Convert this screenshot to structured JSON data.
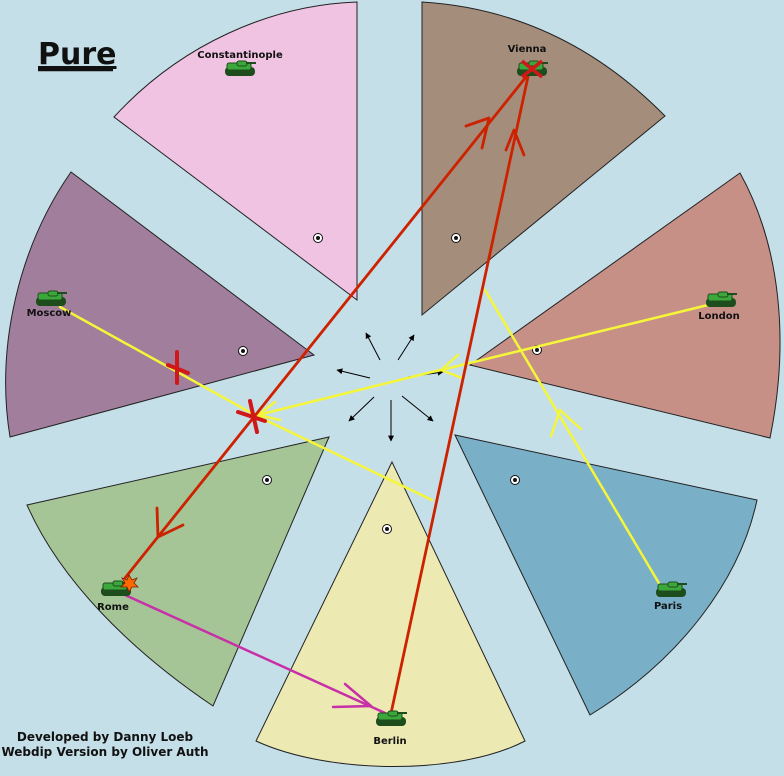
{
  "map": {
    "title": "Pure",
    "credits": [
      "Developed by Danny Loeb",
      "Webdip Version by Oliver Auth"
    ]
  },
  "territories": [
    {
      "id": "constantinople",
      "name": "Constantinople",
      "color": "#f0c3e2"
    },
    {
      "id": "vienna",
      "name": "Vienna",
      "color": "#a58d7b"
    },
    {
      "id": "london",
      "name": "London",
      "color": "#c69087"
    },
    {
      "id": "paris",
      "name": "Paris",
      "color": "#7aafc8"
    },
    {
      "id": "berlin",
      "name": "Berlin",
      "color": "#ece9b3"
    },
    {
      "id": "rome",
      "name": "Rome",
      "color": "#a5c597"
    },
    {
      "id": "moscow",
      "name": "Moscow",
      "color": "#a07e9c"
    }
  ],
  "units": [
    {
      "territory": "constantinople",
      "type": "army",
      "status": "none"
    },
    {
      "territory": "vienna",
      "type": "army",
      "status": "dislodged"
    },
    {
      "territory": "london",
      "type": "army",
      "status": "none"
    },
    {
      "territory": "paris",
      "type": "army",
      "status": "none"
    },
    {
      "territory": "berlin",
      "type": "army",
      "status": "none"
    },
    {
      "territory": "rome",
      "type": "army",
      "status": "attacked"
    },
    {
      "territory": "moscow",
      "type": "army",
      "status": "none"
    }
  ],
  "orders": [
    {
      "from": "rome",
      "to": "vienna",
      "kind": "move",
      "color": "#cc2200",
      "result": "failed"
    },
    {
      "from": "berlin",
      "to": "vienna",
      "kind": "move",
      "color": "#cc2200",
      "result": "succeeded"
    },
    {
      "from": "moscow",
      "to": "center",
      "kind": "support",
      "color": "#f5f53a",
      "result": "cut"
    },
    {
      "from": "london",
      "to": "center",
      "kind": "move",
      "color": "#f5f53a",
      "result": "succeeded"
    },
    {
      "from": "paris",
      "to": "vienna",
      "kind": "support",
      "color": "#f5f53a",
      "result": "succeeded"
    },
    {
      "from": "vienna",
      "to": "rome",
      "kind": "retreat-attack",
      "color": "#cc2200",
      "result": "succeeded"
    },
    {
      "from": "rome",
      "to": "berlin",
      "kind": "convoy",
      "color": "#c830a8",
      "result": "succeeded"
    }
  ],
  "colors": {
    "background": "#c5dfe9",
    "army_body": "#3ca83c",
    "failed_marker": "#d01818",
    "order_red": "#cc2200",
    "order_yellow": "#f5f53a",
    "order_magenta": "#c830a8"
  }
}
